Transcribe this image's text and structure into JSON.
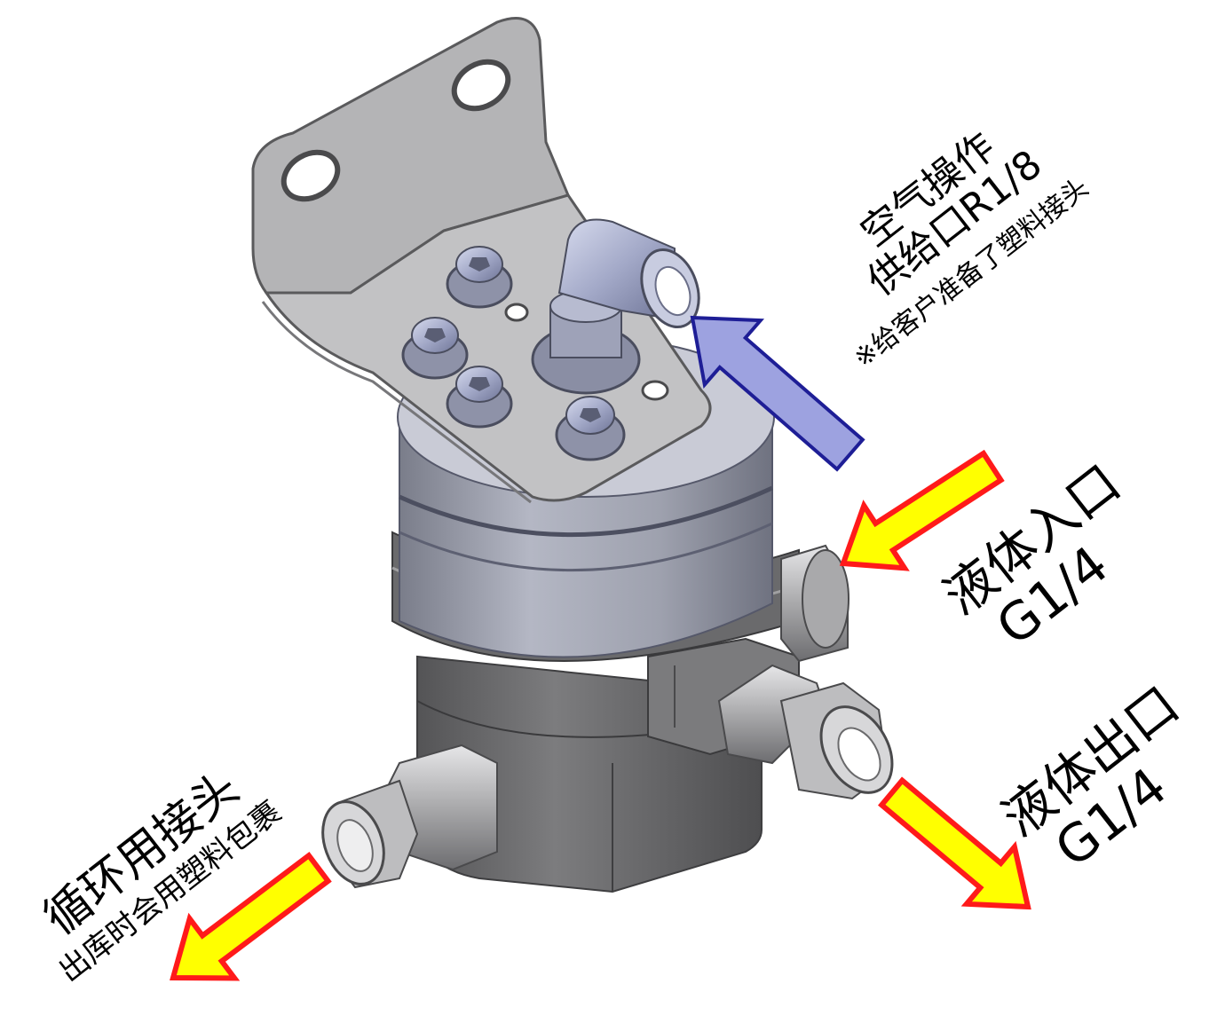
{
  "labels": {
    "air_port_line1": "空气操作",
    "air_port_line2": "供给口R1/8",
    "air_port_note": "※给客户准备了塑料接头",
    "liquid_inlet_name": "液体入口",
    "liquid_inlet_size": "G1/4",
    "liquid_outlet_name": "液体出口",
    "liquid_outlet_size": "G1/4",
    "circulation_name": "循环用接头",
    "circulation_note": "出库时会用塑料包裹"
  },
  "colors": {
    "air_arrow_fill": "#9da2e0",
    "air_arrow_stroke": "#1e1e96",
    "liquid_arrow_fill": "#ffff00",
    "liquid_arrow_stroke": "#ff1a1a",
    "bracket": "#b9b9bb",
    "valve_body": "#a4a7b4",
    "base_block": "#6c6c6e",
    "fitting_metal": "#c3c3c5"
  }
}
